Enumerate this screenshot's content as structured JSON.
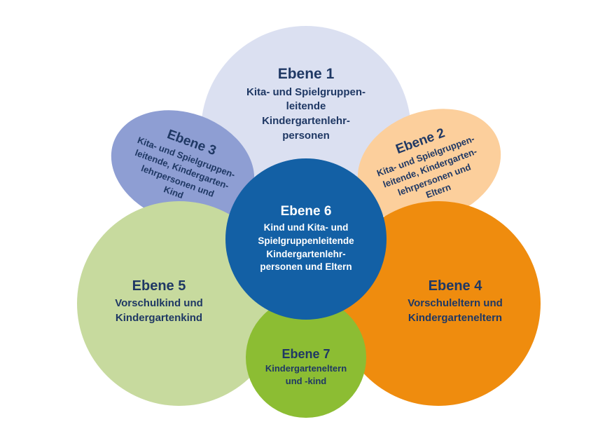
{
  "diagram": {
    "background": "#ffffff",
    "levels": [
      {
        "name": "Ebene 1",
        "lines": [
          "Kita- und Spielgruppen-",
          "leitende",
          "Kindergartenlehr-",
          "personen"
        ],
        "fill": "#dbe0f1",
        "text_color": "#1f3864",
        "shape": "circle"
      },
      {
        "name": "Ebene 2",
        "lines": [
          "Kita- und Spielgruppen-",
          "leitende, Kindergarten-",
          "lehrpersonen und",
          "Eltern"
        ],
        "fill": "#fccf9c",
        "text_color": "#1f3864",
        "shape": "ellipse-rotated"
      },
      {
        "name": "Ebene 3",
        "lines": [
          "Kita- und Spielgruppen-",
          "leitende, Kindergarten-",
          "lehrpersonen und",
          "Kind"
        ],
        "fill": "#8e9ed3",
        "text_color": "#1f3864",
        "shape": "ellipse-rotated"
      },
      {
        "name": "Ebene 4",
        "lines": [
          "Vorschuleltern und",
          "Kindergarteneltern"
        ],
        "fill": "#ef8c0e",
        "text_color": "#1f3864",
        "shape": "circle"
      },
      {
        "name": "Ebene 5",
        "lines": [
          "Vorschulkind und",
          "Kindergartenkind"
        ],
        "fill": "#c7da9e",
        "text_color": "#1f3864",
        "shape": "circle"
      },
      {
        "name": "Ebene 6",
        "lines": [
          "Kind und Kita- und",
          "Spielgruppenleitende",
          "Kindergartenlehr-",
          "personen und Eltern"
        ],
        "fill": "#1360a5",
        "text_color": "#ffffff",
        "shape": "circle"
      },
      {
        "name": "Ebene 7",
        "lines": [
          "Kindergarteneltern",
          "und -kind"
        ],
        "fill": "#8cbd33",
        "text_color": "#1f3864",
        "shape": "circle"
      }
    ]
  }
}
